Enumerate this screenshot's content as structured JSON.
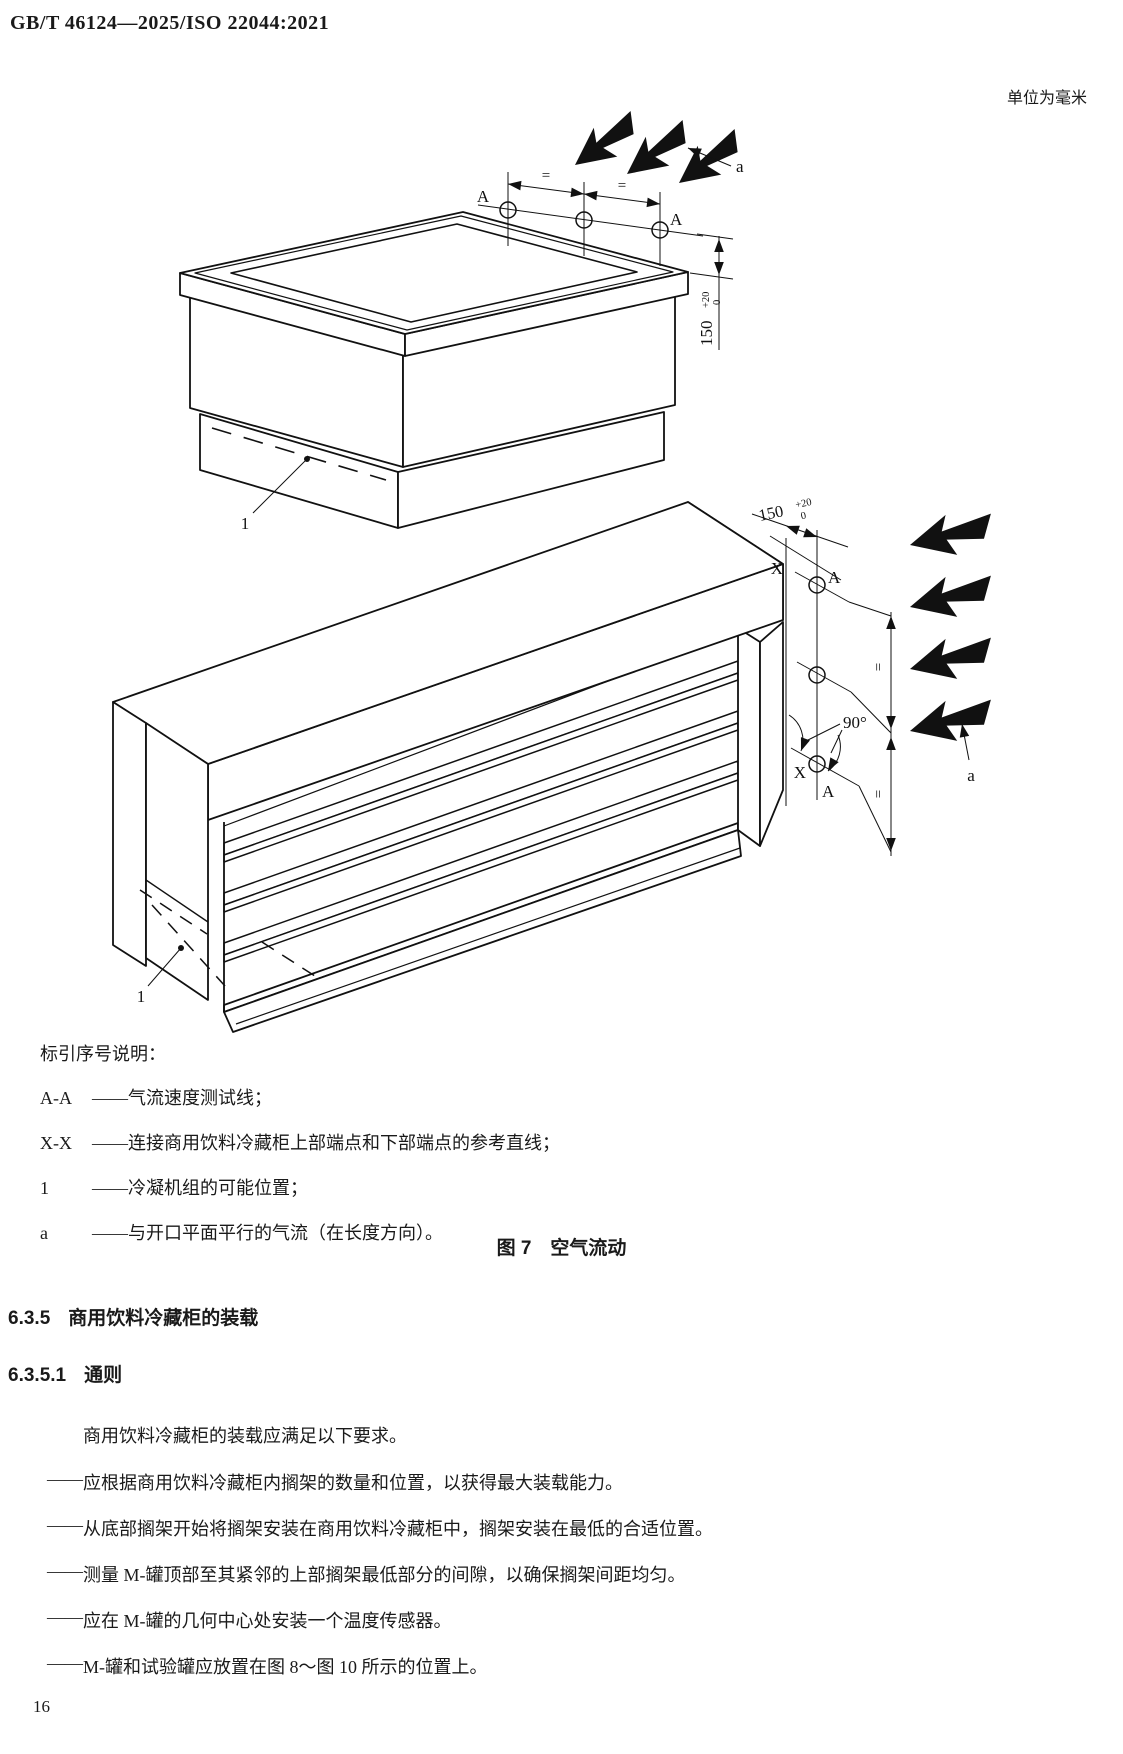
{
  "page": {
    "header_left": "GB/T 46124—2025/ISO 22044:2021",
    "unit_note": "单位为毫米",
    "page_number": "16"
  },
  "figure": {
    "caption": "图 7　空气流动",
    "legend_title": "标引序号说明：",
    "legend_dash": "——",
    "legend": [
      {
        "label": "A-A",
        "text": "气流速度测试线；"
      },
      {
        "label": "X-X",
        "text": "连接商用饮料冷藏柜上部端点和下部端点的参考直线；"
      },
      {
        "label": "1",
        "text": "冷凝机组的可能位置；"
      },
      {
        "label": "a",
        "text": "与开口平面平行的气流（在长度方向）。"
      }
    ],
    "annotations": {
      "dim_150": "150",
      "tol_plus": "+20",
      "tol_minus": "0",
      "label_A": "A",
      "label_X": "X",
      "label_a": "a",
      "label_1": "1",
      "angle_90": "90°",
      "equal_mark": "="
    }
  },
  "sections": {
    "h635_num": "6.3.5",
    "h635_title": "商用饮料冷藏柜的装载",
    "h6351_num": "6.3.5.1",
    "h6351_title": "通则",
    "dash": "——",
    "intro": "商用饮料冷藏柜的装载应满足以下要求。",
    "items": [
      "应根据商用饮料冷藏柜内搁架的数量和位置，以获得最大装载能力。",
      "从底部搁架开始将搁架安装在商用饮料冷藏柜中，搁架安装在最低的合适位置。",
      "测量 M-罐顶部至其紧邻的上部搁架最低部分的间隙，以确保搁架间距均匀。",
      "应在 M-罐的几何中心处安装一个温度传感器。",
      "M-罐和试验罐应放置在图 8～图 10 所示的位置上。"
    ]
  }
}
